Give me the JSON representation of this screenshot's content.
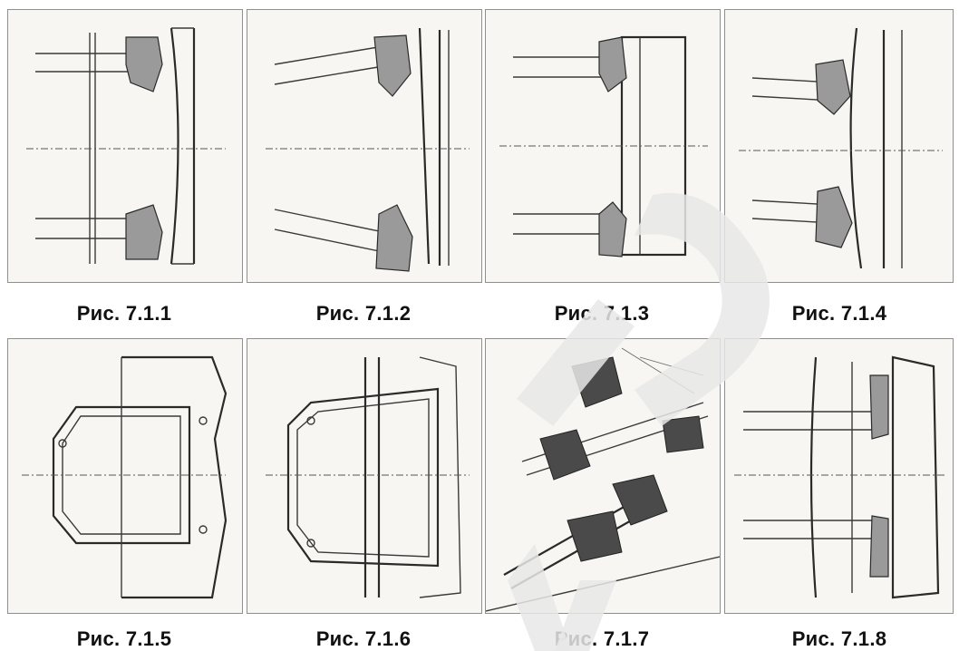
{
  "figures": [
    {
      "id": "fig-7-1-1",
      "caption": "Рис. 7.1.1"
    },
    {
      "id": "fig-7-1-2",
      "caption": "Рис. 7.1.2"
    },
    {
      "id": "fig-7-1-3",
      "caption": "Рис. 7.1.3"
    },
    {
      "id": "fig-7-1-4",
      "caption": "Рис. 7.1.4"
    },
    {
      "id": "fig-7-1-5",
      "caption": "Рис. 7.1.5"
    },
    {
      "id": "fig-7-1-6",
      "caption": "Рис. 7.1.6"
    },
    {
      "id": "fig-7-1-7",
      "caption": "Рис. 7.1.7"
    },
    {
      "id": "fig-7-1-8",
      "caption": "Рис. 7.1.8"
    }
  ],
  "colors": {
    "watermark": "#e8e8e8",
    "line": "#3a3a3a",
    "paper": "#f7f6f2"
  }
}
